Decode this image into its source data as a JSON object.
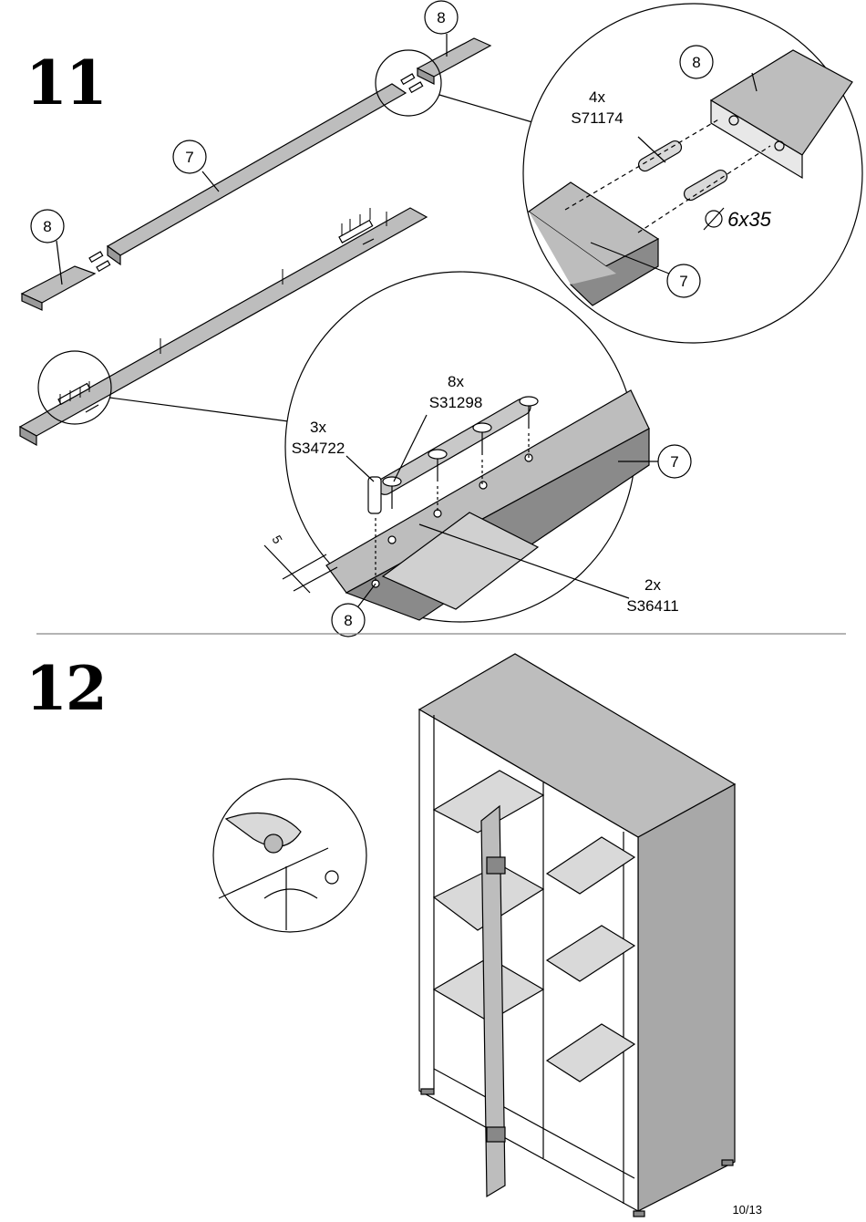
{
  "steps": {
    "step11": "11",
    "step12": "12"
  },
  "callouts": {
    "top_8": "8",
    "left_7": "7",
    "left_8": "8",
    "zoom1_8": "8",
    "zoom1_7": "7",
    "zoom2_7": "7",
    "zoom2_8": "8"
  },
  "parts": {
    "dowel_qty": "4x",
    "dowel_code": "S71174",
    "dowel_size": "6x35",
    "screw_qty": "8x",
    "screw_code": "S31298",
    "cam_qty": "3x",
    "cam_code": "S34722",
    "plate_qty": "2x",
    "plate_code": "S36411",
    "offset": "5"
  },
  "page": "10/13"
}
